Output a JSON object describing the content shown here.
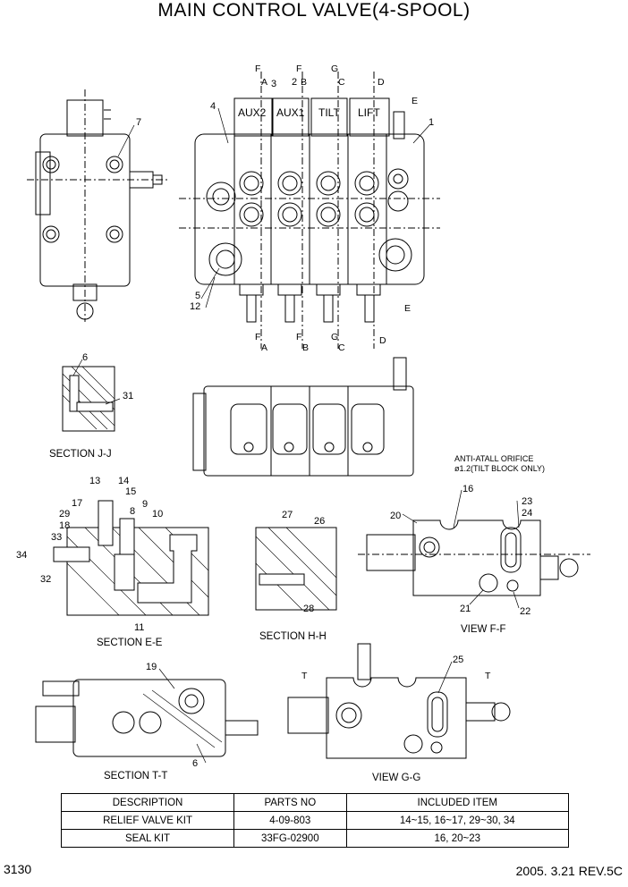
{
  "title": "MAIN CONTROL VALVE(4-SPOOL)",
  "spools": [
    "AUX2",
    "AUX1",
    "TILT",
    "LIFT"
  ],
  "section_markers": {
    "F": "F",
    "A": "A",
    "B": "B",
    "G": "G",
    "C": "C",
    "D": "D",
    "E": "E",
    "T": "T"
  },
  "part_numbers": {
    "p1": "1",
    "p2": "2",
    "p3": "3",
    "p4": "4",
    "p5": "5",
    "p6": "6",
    "p7": "7",
    "p8": "8",
    "p9": "9",
    "p10": "10",
    "p11": "11",
    "p12": "12",
    "p13": "13",
    "p14": "14",
    "p15": "15",
    "p16": "16",
    "p17": "17",
    "p18": "18",
    "p19": "19",
    "p20": "20",
    "p21": "21",
    "p22": "22",
    "p23": "23",
    "p24": "24",
    "p25": "25",
    "p26": "26",
    "p27": "27",
    "p28": "28",
    "p29": "29",
    "p31": "31",
    "p32": "32",
    "p33": "33",
    "p34": "34"
  },
  "captions": {
    "section_jj": "SECTION J-J",
    "section_ee": "SECTION E-E",
    "section_hh": "SECTION H-H",
    "view_ff": "VIEW F-F",
    "section_tt": "SECTION T-T",
    "view_gg": "VIEW G-G"
  },
  "notes": {
    "anti_stall_1": "ANTI-ATALL ORIFICE",
    "anti_stall_2": "ø1.2(TILT BLOCK ONLY)"
  },
  "table": {
    "headers": [
      "DESCRIPTION",
      "PARTS NO",
      "INCLUDED ITEM"
    ],
    "rows": [
      [
        "RELIEF VALVE KIT",
        "4-09-803",
        "14~15, 16~17, 29~30, 34"
      ],
      [
        "SEAL KIT",
        "33FG-02900",
        "16, 20~23"
      ]
    ]
  },
  "footer": {
    "page": "3130",
    "date_rev": "2005. 3.21  REV.5C"
  }
}
